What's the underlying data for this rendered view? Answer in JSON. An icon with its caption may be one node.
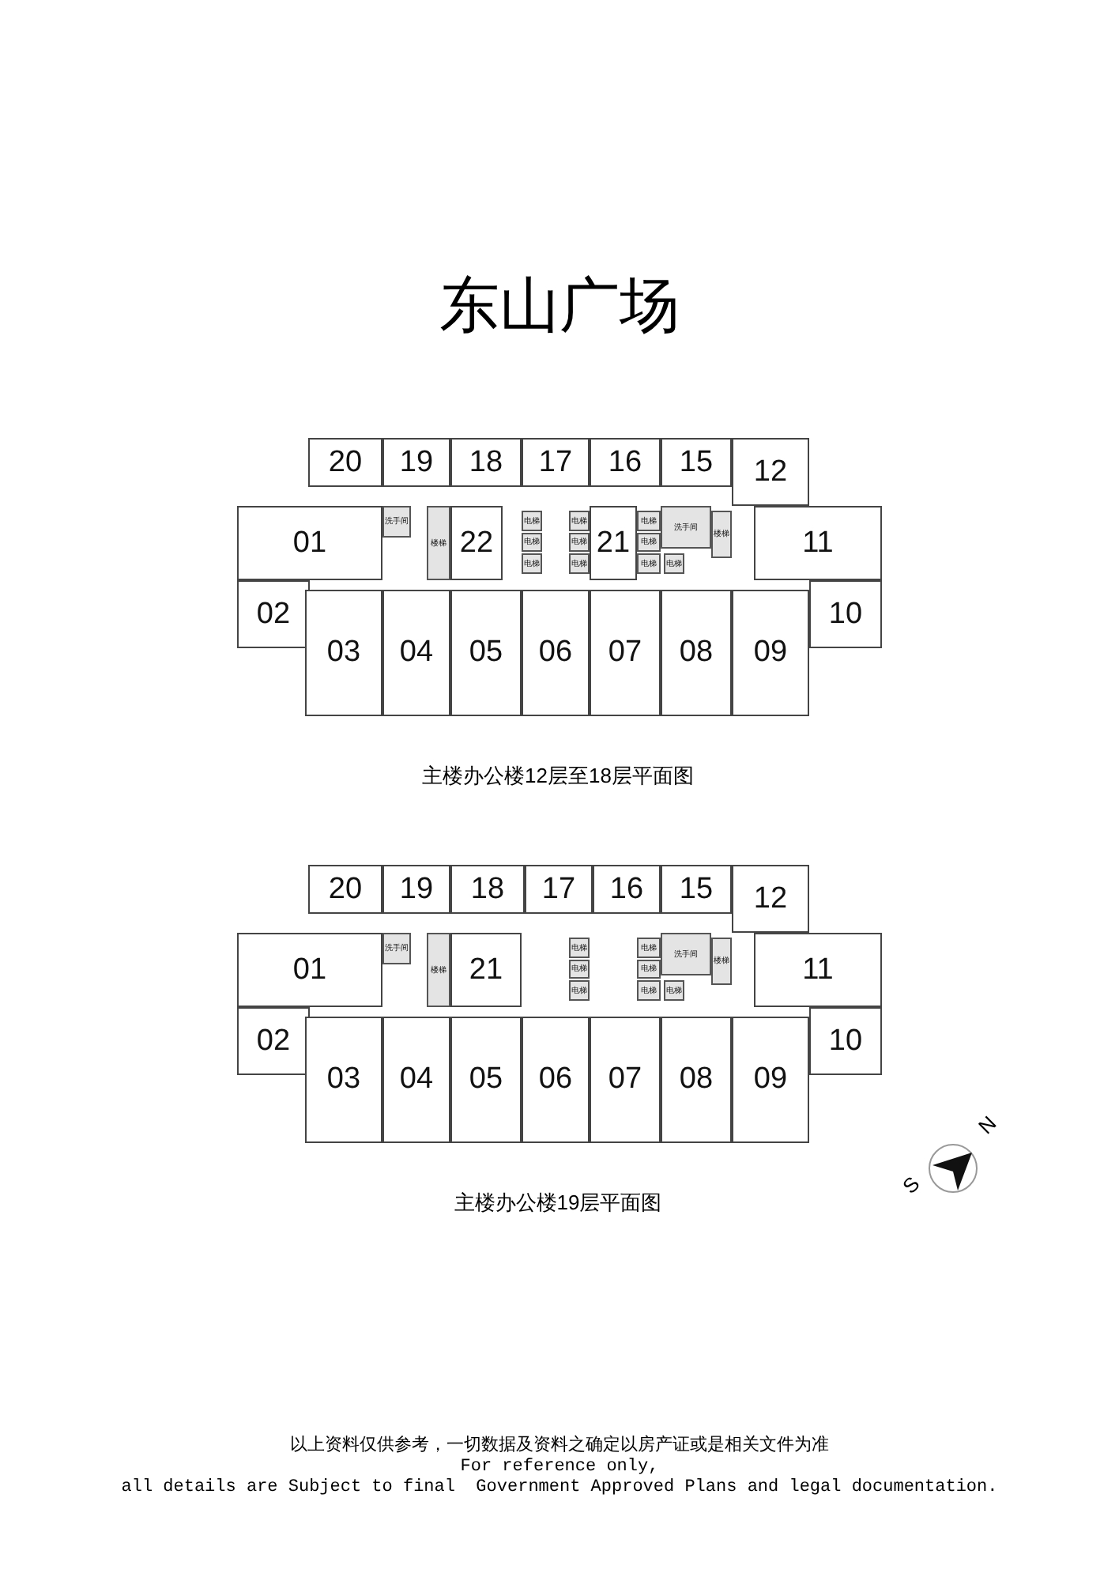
{
  "diagram": {
    "title": "东山广场",
    "nodes": [
      {
        "text": [
          "主楼办公楼12层至18层平面图"
        ]
      },
      {
        "text": [
          "20"
        ],
        "in": 0
      },
      {
        "text": [
          "19"
        ],
        "in": 0
      },
      {
        "text": [
          "18"
        ],
        "in": 0
      },
      {
        "text": [
          "17"
        ],
        "in": 0
      },
      {
        "text": [
          "16"
        ],
        "in": 0
      },
      {
        "text": [
          "15"
        ],
        "in": 0
      },
      {
        "text": [
          "12"
        ],
        "in": 0
      },
      {
        "text": [
          "01"
        ],
        "in": 0
      },
      {
        "text": [
          "洗手间"
        ],
        "in": 0
      },
      {
        "text": [
          "楼梯"
        ],
        "in": 0
      },
      {
        "text": [
          "22"
        ],
        "in": 0
      },
      {
        "text": [
          "电梯"
        ],
        "in": 0
      },
      {
        "text": [
          "电梯"
        ],
        "in": 0
      },
      {
        "text": [
          "电梯"
        ],
        "in": 0
      },
      {
        "text": [
          "电梯"
        ],
        "in": 0
      },
      {
        "text": [
          "电梯"
        ],
        "in": 0
      },
      {
        "text": [
          "电梯"
        ],
        "in": 0
      },
      {
        "text": [
          "21"
        ],
        "in": 0
      },
      {
        "text": [
          "电梯"
        ],
        "in": 0
      },
      {
        "text": [
          "电梯"
        ],
        "in": 0
      },
      {
        "text": [
          "电梯"
        ],
        "in": 0
      },
      {
        "text": [
          "洗手间"
        ],
        "in": 0
      },
      {
        "text": [
          "电梯"
        ],
        "in": 0
      },
      {
        "text": [
          "楼梯"
        ],
        "in": 0
      },
      {
        "text": [
          "11"
        ],
        "in": 0
      },
      {
        "text": [
          "02"
        ],
        "in": 0
      },
      {
        "text": [
          "10"
        ],
        "in": 0
      },
      {
        "text": [
          "03"
        ],
        "in": 0
      },
      {
        "text": [
          "04"
        ],
        "in": 0
      },
      {
        "text": [
          "05"
        ],
        "in": 0
      },
      {
        "text": [
          "06"
        ],
        "in": 0
      },
      {
        "text": [
          "07"
        ],
        "in": 0
      },
      {
        "text": [
          "08"
        ],
        "in": 0
      },
      {
        "text": [
          "09"
        ],
        "in": 0
      },
      {
        "text": [
          "主楼办公楼19层平面图"
        ]
      },
      {
        "text": [
          "20"
        ],
        "in": 35
      },
      {
        "text": [
          "19"
        ],
        "in": 35
      },
      {
        "text": [
          "18"
        ],
        "in": 35
      },
      {
        "text": [
          "17"
        ],
        "in": 35
      },
      {
        "text": [
          "16"
        ],
        "in": 35
      },
      {
        "text": [
          "15"
        ],
        "in": 35
      },
      {
        "text": [
          "12"
        ],
        "in": 35
      },
      {
        "text": [
          "01"
        ],
        "in": 35
      },
      {
        "text": [
          "洗手间"
        ],
        "in": 35
      },
      {
        "text": [
          "楼梯"
        ],
        "in": 35
      },
      {
        "text": [
          "21"
        ],
        "in": 35
      },
      {
        "text": [
          "电梯"
        ],
        "in": 35
      },
      {
        "text": [
          "电梯"
        ],
        "in": 35
      },
      {
        "text": [
          "电梯"
        ],
        "in": 35
      },
      {
        "text": [
          "电梯"
        ],
        "in": 35
      },
      {
        "text": [
          "电梯"
        ],
        "in": 35
      },
      {
        "text": [
          "电梯"
        ],
        "in": 35
      },
      {
        "text": [
          "洗手间"
        ],
        "in": 35
      },
      {
        "text": [
          "电梯"
        ],
        "in": 35
      },
      {
        "text": [
          "楼梯"
        ],
        "in": 35
      },
      {
        "text": [
          "11"
        ],
        "in": 35
      },
      {
        "text": [
          "02"
        ],
        "in": 35
      },
      {
        "text": [
          "10"
        ],
        "in": 35
      },
      {
        "text": [
          "03"
        ],
        "in": 35
      },
      {
        "text": [
          "04"
        ],
        "in": 35
      },
      {
        "text": [
          "05"
        ],
        "in": 35
      },
      {
        "text": [
          "06"
        ],
        "in": 35
      },
      {
        "text": [
          "07"
        ],
        "in": 35
      },
      {
        "text": [
          "08"
        ],
        "in": 35
      },
      {
        "text": [
          "09"
        ],
        "in": 35
      }
    ],
    "labels": [
      "N",
      "S",
      "以上资料仅供参考，一切数据及资料之确定以房产证或是相关文件为准",
      "For reference only,",
      "all details are Subject to final  Government Approved Plans and legal documentation."
    ]
  }
}
